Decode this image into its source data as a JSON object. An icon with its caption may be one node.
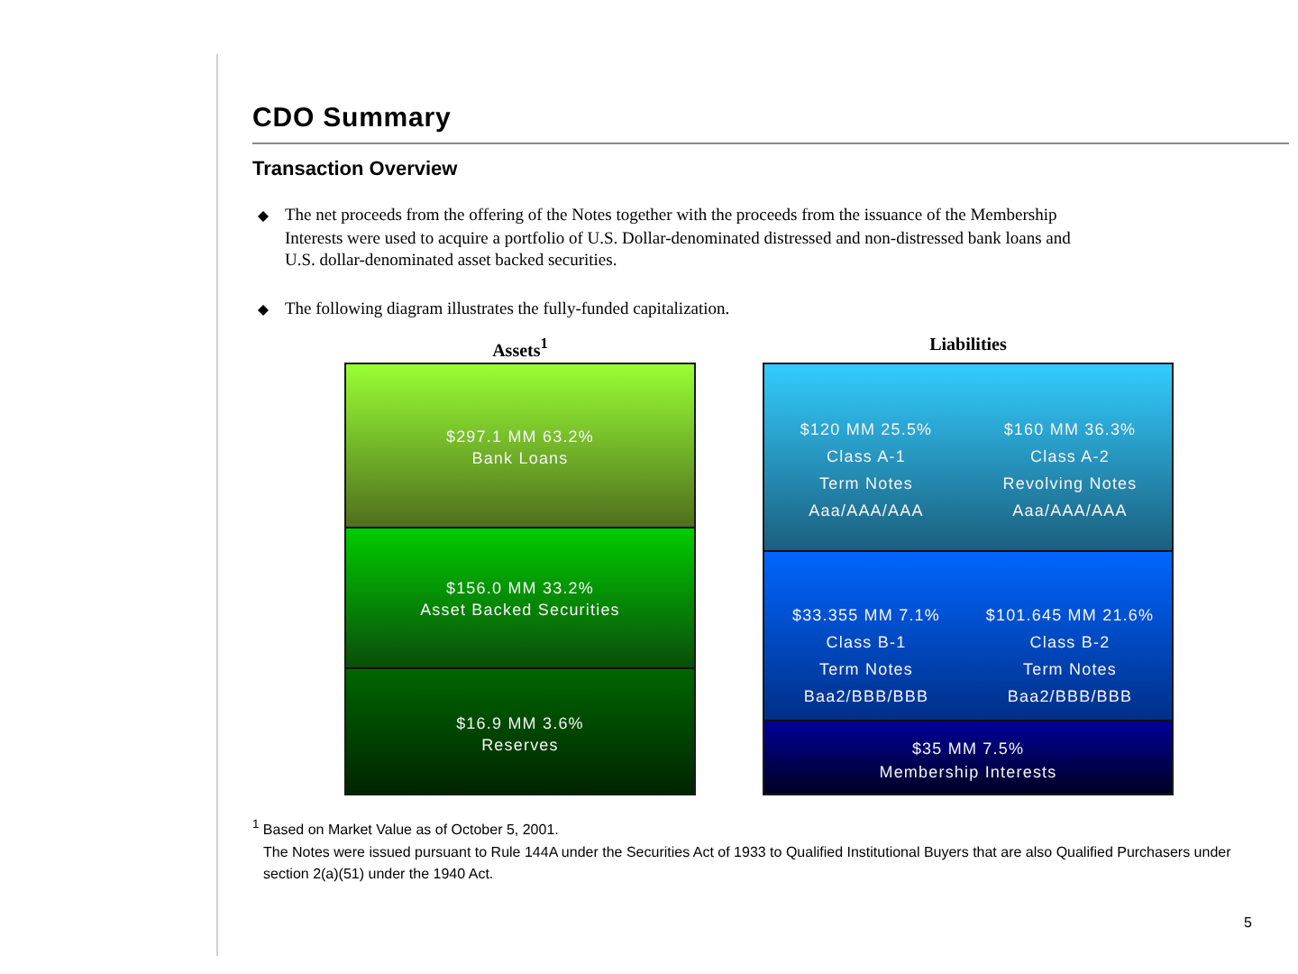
{
  "diagram": {
    "title": "CDO Summary",
    "nodes": [
      {
        "text": [
          "Assets$^{1}$"
        ]
      },
      {
        "text": [
          "$297.1 MM 63.2%",
          "Bank Loans"
        ],
        "in": 0
      },
      {
        "text": [
          "$156.0 MM 33.2%",
          "Asset Backed Securities"
        ],
        "in": 0
      },
      {
        "text": [
          "$16.9 MM 3.6%",
          "Reserves"
        ],
        "in": 0
      },
      {
        "text": [
          "Liabilities"
        ]
      },
      {
        "text": [
          "$120 MM 25.5%",
          "Class A-1",
          "Term Notes",
          "Aaa/AAA/AAA"
        ],
        "in": 4
      },
      {
        "text": [
          "$160 MM 36.3%",
          "Class A-2",
          "Revolving Notes",
          "Aaa/AAA/AAA"
        ],
        "in": 4
      },
      {
        "text": [
          "$33.355 MM 7.1%",
          "Class B-1",
          "Term Notes",
          "Baa2/BBB/BBB"
        ],
        "in": 4
      },
      {
        "text": [
          "$101.645 MM 21.6%",
          "Class B-2",
          "Term Notes",
          "Baa2/BBB/BBB"
        ],
        "in": 4
      },
      {
        "text": [
          "$35 MM 7.5%",
          "Membership Interests"
        ],
        "in": 4
      }
    ],
    "labels": [
      "Transaction Overview",
      "The net proceeds from the offering of the Notes together with the proceeds from the issuance of the Membership Interests were used to acquire a portfolio of U.S. Dollar-denominated distressed and non-distressed bank loans and U.S. dollar-denominated asset backed securities.",
      "The following diagram illustrates the fully-funded capitalization.",
      "$^{1}$ Based on Market Value as of October 5, 2001.",
      "The Notes were issued pursuant to Rule 144A under the Securities Act of 1933 to Qualified Institutional Buyers that are also Qualified Purchasers under section 2(a)(51) under the 1940 Act.",
      "5"
    ]
  }
}
